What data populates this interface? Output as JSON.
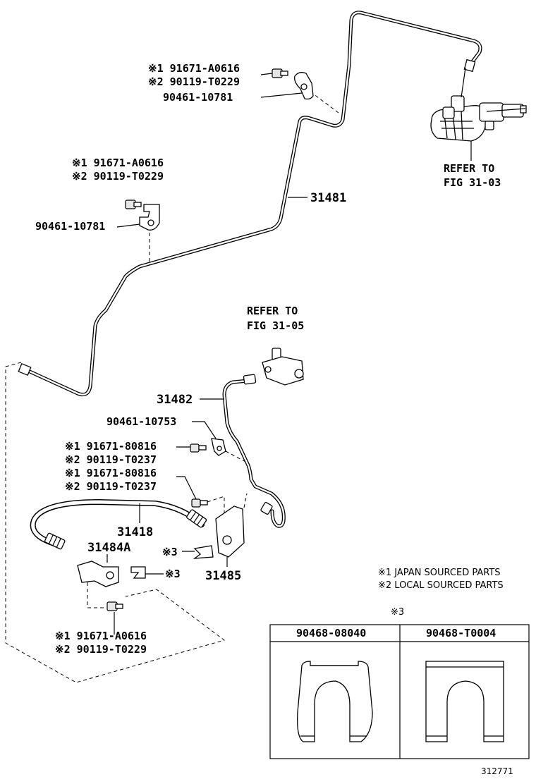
{
  "parts": {
    "tube_upper": "31481",
    "tube_lower": "31482",
    "hose": "31418",
    "bracket_a": "31484A",
    "bracket_b": "31485"
  },
  "top_bolt": {
    "line1": "※1 91671-A0616",
    "line2": "※2 90119-T0229",
    "clamp": "90461-10781"
  },
  "mid_bolt": {
    "line1": "※1 91671-A0616",
    "line2": "※2 90119-T0229",
    "clamp": "90461-10781"
  },
  "clamp_753": "90461-10753",
  "bolt_816_a": {
    "line1": "※1 91671-80816",
    "line2": "※2 90119-T0237"
  },
  "bolt_816_b": {
    "line1": "※1 91671-80816",
    "line2": "※2 90119-T0237"
  },
  "bottom_bolt": {
    "line1": "※1 91671-A0616",
    "line2": "※2 90119-T0229"
  },
  "refer_fig_3103": {
    "line1": "REFER TO",
    "line2": "FIG 31-03"
  },
  "refer_fig_3105": {
    "line1": "REFER TO",
    "line2": "FIG 31-05"
  },
  "clip_mark": "※3",
  "legend": {
    "japan": "※1 JAPAN SOURCED PARTS",
    "local": "※2 LOCAL SOURCED PARTS",
    "table_mark": "※3",
    "col1": "90468-08040",
    "col2": "90468-T0004"
  },
  "footer_code": "312771"
}
